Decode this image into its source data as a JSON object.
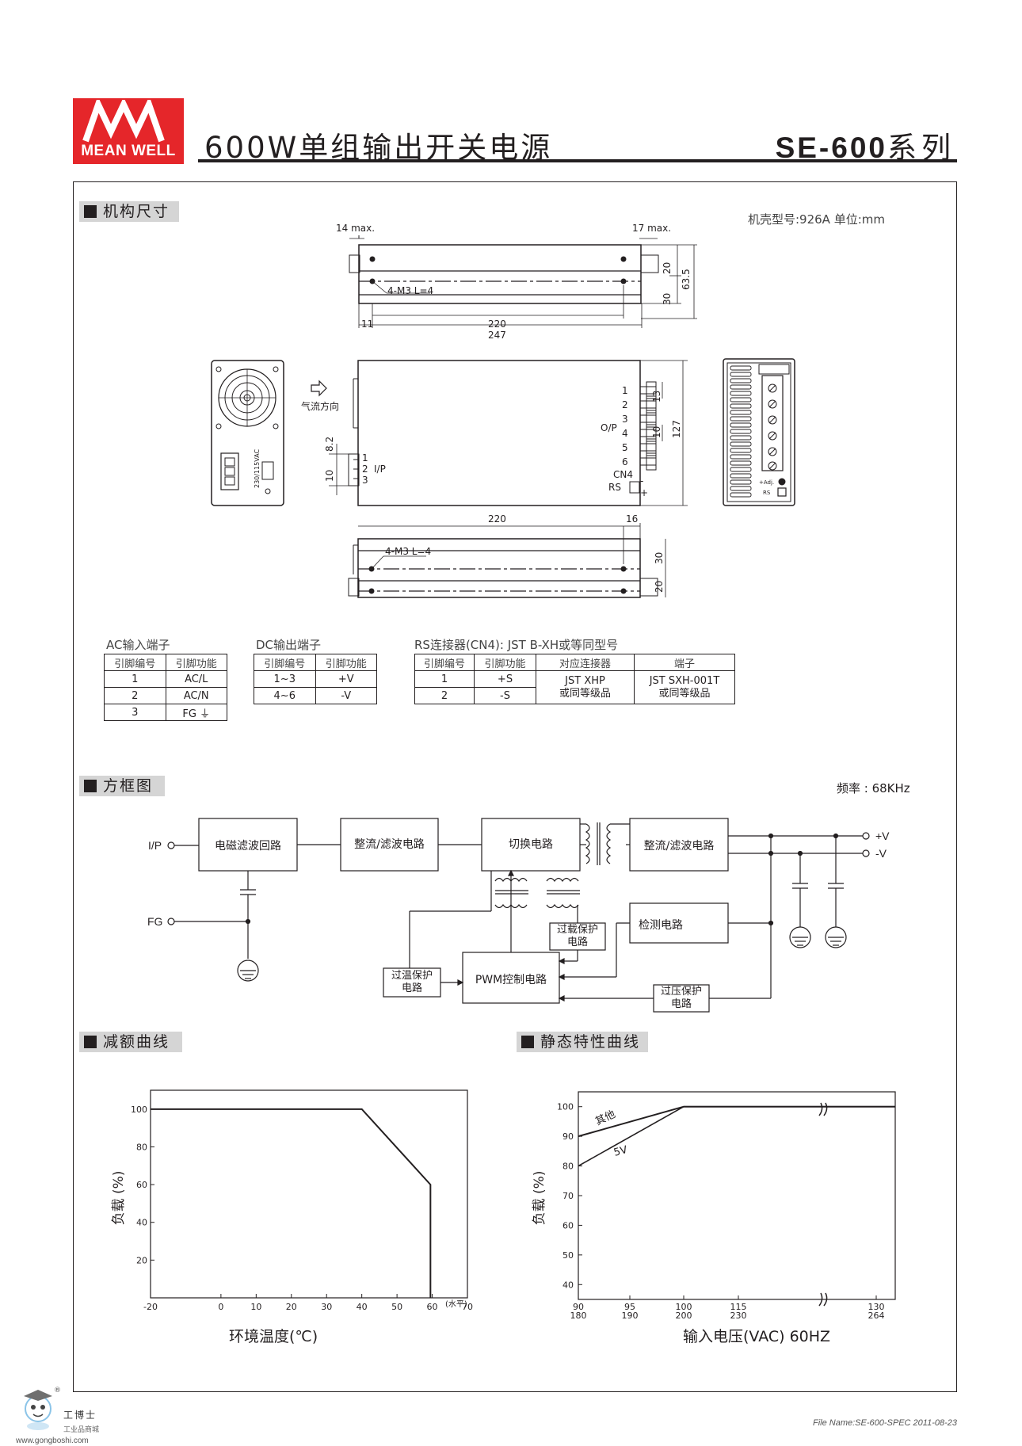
{
  "header": {
    "brand": "MEAN WELL",
    "title": "600W单组输出开关电源",
    "model": "SE-600",
    "series_suffix": "系列"
  },
  "mechanical": {
    "heading": "机构尺寸",
    "case_note": "机壳型号:926A   单位:mm",
    "dims": {
      "d14": "14 max.",
      "d17": "17 max.",
      "d20": "20",
      "d30": "30",
      "d635": "63.5",
      "d220": "220",
      "d247": "247",
      "d11": "11",
      "screw": "4-M3 L=4",
      "d13": "13",
      "d10a": "10",
      "d127": "127",
      "d82": "8.2",
      "d10b": "10",
      "d16": "16",
      "d220b": "220",
      "d30b": "30",
      "d20b": "20",
      "screw2": "4-M3 L=4"
    },
    "airflow": "气流方向",
    "op": "O/P",
    "ip": "I/P",
    "cn4": "CN4",
    "rs": "RS",
    "plus": "+",
    "minus": "-",
    "fan_label": "230/115VAC",
    "adj": "+Adj.",
    "rs_small": "RS",
    "op_pins": [
      "1",
      "2",
      "3",
      "4",
      "5",
      "6"
    ],
    "ip_pins": [
      "1",
      "2",
      "3"
    ]
  },
  "ac_table": {
    "title": "AC输入端子",
    "headers": [
      "引脚编号",
      "引脚功能"
    ],
    "rows": [
      [
        "1",
        "AC/L"
      ],
      [
        "2",
        "AC/N"
      ],
      [
        "3",
        "FG ⏚"
      ]
    ]
  },
  "dc_table": {
    "title": "DC输出端子",
    "headers": [
      "引脚编号",
      "引脚功能"
    ],
    "rows": [
      [
        "1~3",
        "+V"
      ],
      [
        "4~6",
        "-V"
      ]
    ]
  },
  "rs_table": {
    "title": "RS连接器(CN4): JST B-XH或等同型号",
    "headers": [
      "引脚编号",
      "引脚功能",
      "对应连接器",
      "端子"
    ],
    "rows": [
      [
        "1",
        "+S"
      ],
      [
        "2",
        "-S"
      ]
    ],
    "connector": "JST XHP",
    "connector_eq": "或同等级品",
    "terminal": "JST SXH-001T",
    "terminal_eq": "或同等级品"
  },
  "block": {
    "heading": "方框图",
    "freq": "频率 : 68KHz",
    "ip": "I/P",
    "fg": "FG",
    "pv": "+V",
    "nv": "-V",
    "emi": "电磁滤波回路",
    "rect1": "整流/滤波电路",
    "switch": "切换电路",
    "rect2": "整流/滤波电路",
    "detect": "检测电路",
    "olp1": "过载保护",
    "olp2": "电路",
    "otp1": "过温保护",
    "otp2": "电路",
    "pwm": "PWM控制电路",
    "ovp1": "过压保护",
    "ovp2": "电路"
  },
  "derating": {
    "heading": "减额曲线",
    "chart_data": {
      "type": "line",
      "xlabel": "环境温度(℃)",
      "ylabel": "负载 (%)",
      "x_unit": "(水平)",
      "x_ticks": [
        -20,
        0,
        10,
        20,
        30,
        40,
        50,
        60,
        70
      ],
      "y_ticks": [
        20,
        40,
        60,
        80,
        100
      ],
      "xlim": [
        -20,
        70
      ],
      "ylim": [
        0,
        110
      ],
      "series": [
        {
          "x": [
            -20,
            40,
            59.5,
            59.5
          ],
          "y": [
            100,
            100,
            60,
            0
          ]
        }
      ]
    }
  },
  "static": {
    "heading": "静态特性曲线",
    "chart_data": {
      "type": "line",
      "xlabel": "输入电压(VAC) 60HZ",
      "ylabel": "负载 (%)",
      "x_ticks": [
        "90",
        "95",
        "100",
        "115",
        "130"
      ],
      "x_ticks2": [
        "180",
        "190",
        "200",
        "230",
        "264"
      ],
      "y_ticks": [
        40,
        50,
        60,
        70,
        80,
        90,
        100
      ],
      "ylim": [
        35,
        105
      ],
      "series": [
        {
          "name": "其他",
          "x": [
            90,
            100,
            130
          ],
          "y": [
            90,
            100,
            100
          ]
        },
        {
          "name": "5V",
          "x": [
            90,
            100,
            130
          ],
          "y": [
            80,
            100,
            100
          ]
        }
      ]
    }
  },
  "footer": {
    "file": "File Name:SE-600-SPEC   2011-08-23",
    "brand": "工博士",
    "brand_sub": "工业品商城",
    "url": "www.gongboshi.com",
    "reg": "®"
  }
}
